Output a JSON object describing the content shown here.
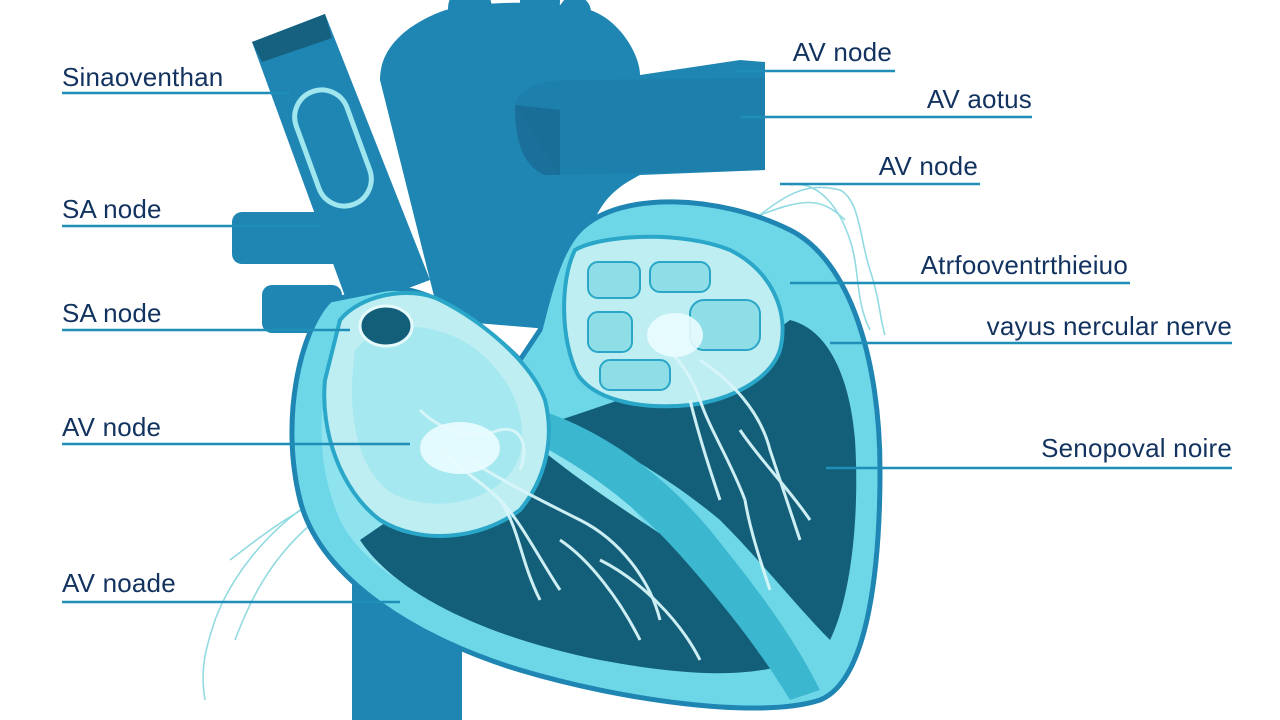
{
  "diagram": {
    "labels": {
      "left": [
        "Sinaoventhan",
        "SA node",
        "SA node",
        "AV node",
        "AV noade"
      ],
      "right": [
        "AV node",
        "AV aotus",
        "AV node",
        "Atrfooventrthieiuo",
        "vayus nercular nerve",
        "Senopoval noire"
      ]
    },
    "colors": {
      "label_text": "#12325f",
      "leader_line": "#1f8fb8",
      "vessel": "#1f86b4",
      "vessel_dark": "#17628a",
      "chamber_light": "#7fe0ec",
      "chamber_pale": "#bfeef2",
      "interior_dark": "#135f79",
      "nerve": "#6fd6e0"
    }
  }
}
